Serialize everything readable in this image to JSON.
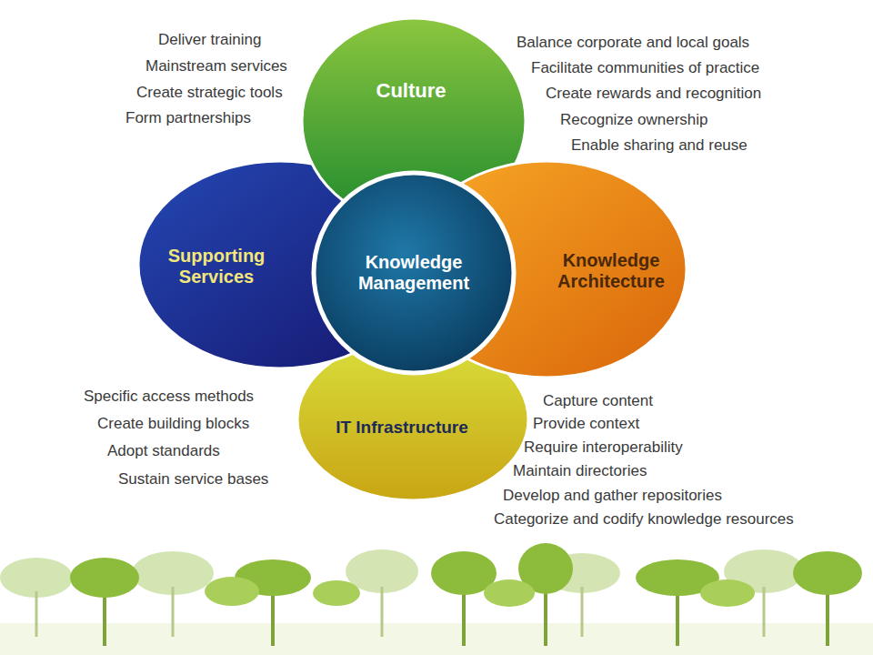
{
  "diagram": {
    "nodes": [
      {
        "text": [
          "Culture"
        ]
      },
      {
        "text": [
          "Supporting Services"
        ]
      },
      {
        "text": [
          "Knowledge Management"
        ]
      },
      {
        "text": [
          "Knowledge Architecture"
        ]
      },
      {
        "text": [
          "IT Infrastructure"
        ]
      }
    ],
    "labels": [
      "Deliver training",
      "Mainstream services",
      "Create strategic tools",
      "Form partnerships",
      "Balance corporate and local goals",
      "Facilitate communities of practice",
      "Create rewards and recognition",
      "Recognize ownership",
      "Enable sharing and reuse",
      "Specific access methods",
      "Create building blocks",
      "Adopt standards",
      "Sustain service bases",
      "Capture content",
      "Provide context",
      "Require interoperability",
      "Maintain directories",
      "Develop and gather repositories",
      "Categorize and codify knowledge resources"
    ]
  }
}
